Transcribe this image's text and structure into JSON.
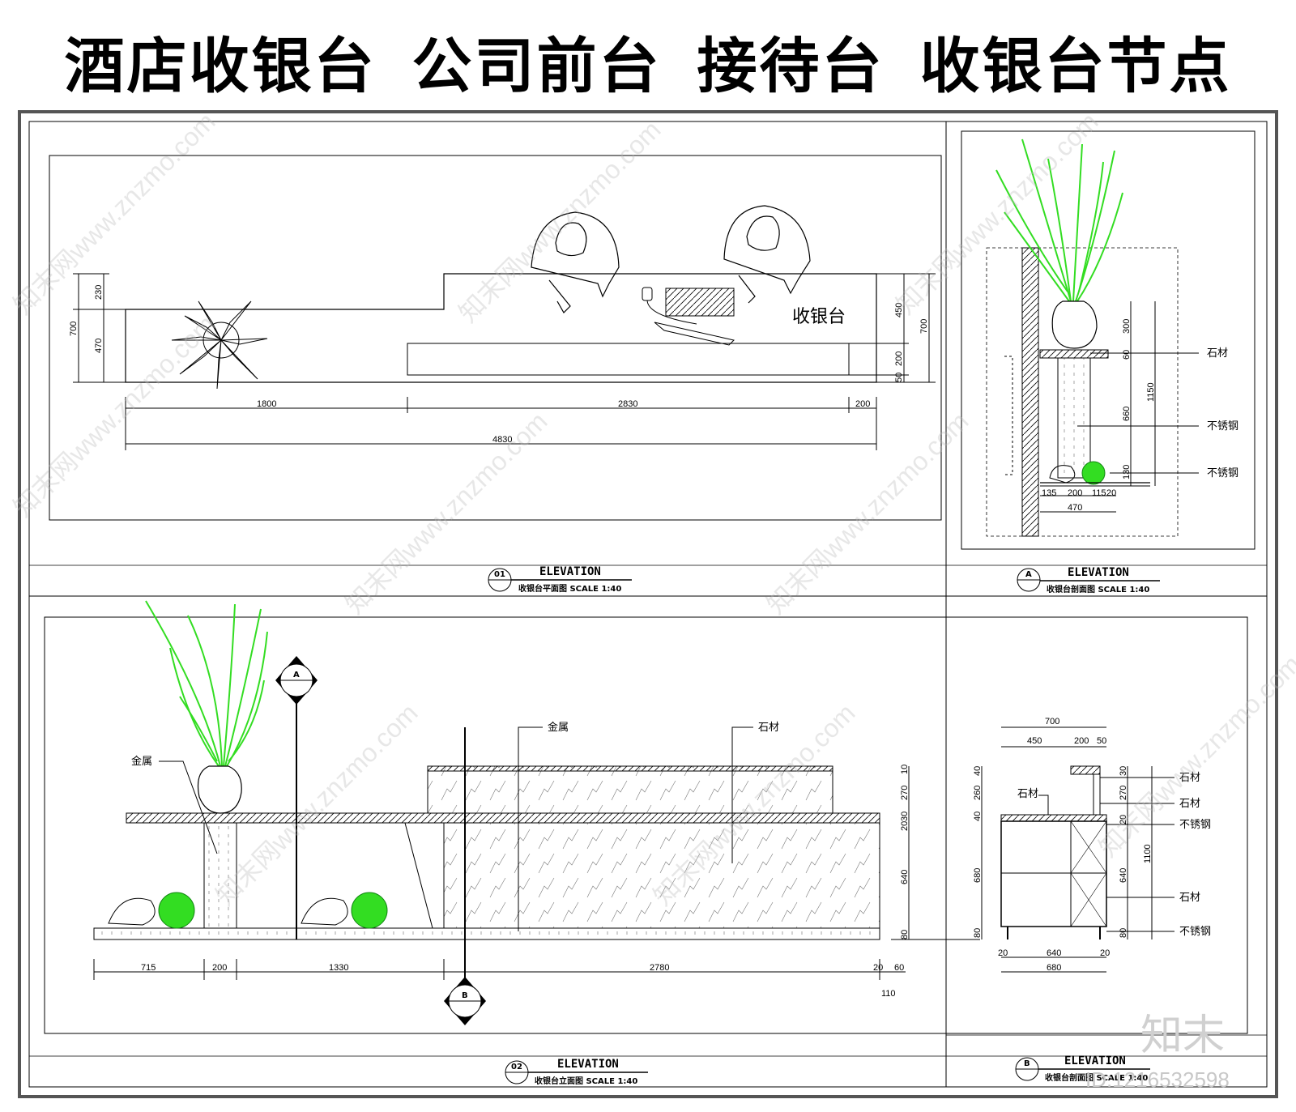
{
  "title": {
    "parts": [
      "酒店收银台",
      "公司前台",
      "接待台",
      "收银台节点"
    ]
  },
  "watermark": {
    "text": "知末网www.znzmo.com",
    "logo": "知末",
    "id": "ID:1216532598"
  },
  "panels": {
    "plan": {
      "label": "收银台",
      "caption": {
        "num": "01",
        "title": "ELEVATION",
        "sub": "收银台平面图 SCALE 1:40"
      },
      "dims_left": [
        "700",
        "230",
        "470"
      ],
      "dims_right": [
        "450",
        "200",
        "50",
        "700"
      ],
      "dims_bottom": [
        "1800",
        "2830",
        "200"
      ],
      "dims_total": "4830"
    },
    "section_a": {
      "caption": {
        "num": "A",
        "title": "ELEVATION",
        "sub": "收银台剖面图 SCALE 1:40"
      },
      "labels": [
        "石材",
        "不锈钢",
        "不锈钢"
      ],
      "dims_v": [
        "300",
        "60",
        "660",
        "130",
        "1150"
      ],
      "dims_bottom": [
        "135",
        "200",
        "115",
        "20"
      ],
      "dims_total": "470"
    },
    "front": {
      "caption": {
        "num": "02",
        "title": "ELEVATION",
        "sub": "收银台立面图 SCALE 1:40"
      },
      "labels": {
        "metal_left": "金属",
        "metal_mid": "金属",
        "stone": "石材"
      },
      "markers": {
        "a": "A",
        "b": "B"
      },
      "dims_right": [
        "10",
        "270",
        "30",
        "20",
        "640",
        "80"
      ],
      "dims_bottom": [
        "715",
        "200",
        "1330",
        "2780",
        "20",
        "60"
      ],
      "dims_extra": "110"
    },
    "section_b": {
      "caption": {
        "num": "B",
        "title": "ELEVATION",
        "sub": "收银台剖面图 SCALE 1:40"
      },
      "labels": [
        "石材",
        "石材",
        "不锈钢",
        "石材",
        "不锈钢"
      ],
      "stone_inner": "石材",
      "dims_top": [
        "700",
        "450",
        "200",
        "50"
      ],
      "dims_left": [
        "40",
        "260",
        "40",
        "680",
        "80"
      ],
      "dims_right": [
        "30",
        "270",
        "20",
        "640",
        "80",
        "1100"
      ],
      "dims_bottom": [
        "20",
        "640",
        "20"
      ],
      "dims_total": "680"
    }
  }
}
